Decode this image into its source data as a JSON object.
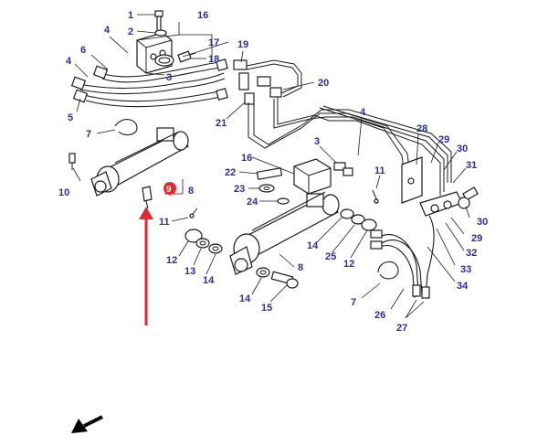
{
  "highlight_color": "#e8262c",
  "label_color": "#2b2ba8",
  "parts": {
    "p1": "1",
    "p2": "2",
    "p3": "3",
    "p3b": "3",
    "p4a": "4",
    "p4b": "4",
    "p4c": "4",
    "p5": "5",
    "p6": "6",
    "p7a": "7",
    "p7b": "7",
    "p8a": "8",
    "p8b": "8",
    "p9": "9",
    "p10": "10",
    "p11a": "11",
    "p11b": "11",
    "p12a": "12",
    "p12b": "12",
    "p13": "13",
    "p14a": "14",
    "p14b": "14",
    "p14c": "14",
    "p15": "15",
    "p16a": "16",
    "p16b": "16",
    "p17": "17",
    "p18": "18",
    "p19": "19",
    "p20": "20",
    "p21": "21",
    "p22": "22",
    "p23": "23",
    "p24": "24",
    "p25": "25",
    "p26": "26",
    "p27": "27",
    "p28": "28",
    "p29a": "29",
    "p29b": "29",
    "p30a": "30",
    "p30b": "30",
    "p31": "31",
    "p32": "32",
    "p33": "33",
    "p34": "34"
  },
  "icons": {
    "arrow": "red-pointer-arrow",
    "orientation": "front-direction-arrow-icon"
  }
}
